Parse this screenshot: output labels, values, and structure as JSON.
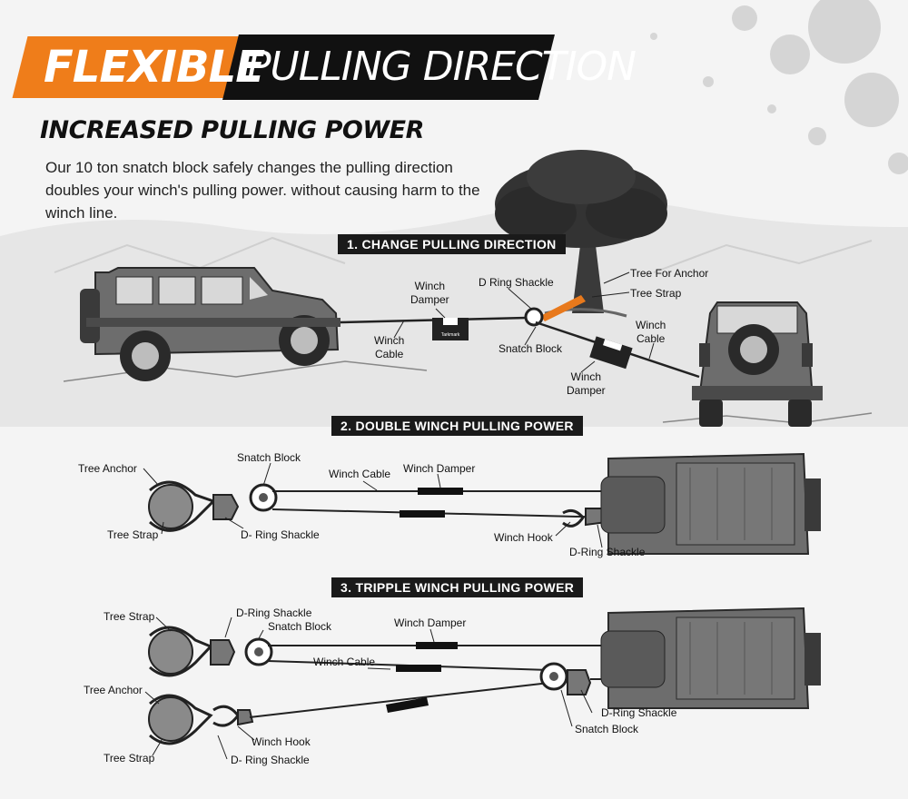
{
  "header": {
    "flexible": "FLEXIBLE",
    "pulling_direction": "PULLING DIRECTION",
    "subheading": "INCREASED PULLING POWER",
    "description": "Our 10 ton snatch block safely changes the pulling direction doubles your winch's pulling power. without causing harm to the winch line."
  },
  "colors": {
    "accent": "#ef7d1a",
    "dark": "#111111",
    "strap": "#e8791c"
  },
  "section1": {
    "title": "1. CHANGE PULLING DIRECTION",
    "labels": {
      "winch_damper_left": "Winch\nDamper",
      "d_ring_shackle": "D Ring Shackle",
      "tree_for_anchor": "Tree For Anchor",
      "tree_strap": "Tree Strap",
      "winch_cable_left": "Winch\nCable",
      "snatch_block": "Snatch Block",
      "winch_cable_right": "Winch\nCable",
      "winch_damper_right": "Winch\nDamper"
    }
  },
  "section2": {
    "title": "2. DOUBLE WINCH PULLING POWER",
    "labels": {
      "tree_anchor": "Tree Anchor",
      "snatch_block": "Snatch Block",
      "winch_cable": "Winch Cable",
      "winch_damper": "Winch Damper",
      "tree_strap": "Tree Strap",
      "d_ring_shackle": "D- Ring Shackle",
      "winch_hook": "Winch Hook",
      "d_ring_shackle_right": "D-Ring Shackle"
    }
  },
  "section3": {
    "title": "3. TRIPPLE WINCH PULLING POWER",
    "labels": {
      "tree_strap_top": "Tree Strap",
      "d_ring_shackle_top": "D-Ring Shackle",
      "snatch_block_top": "Snatch Block",
      "winch_damper": "Winch Damper",
      "winch_cable": "Winch Cable",
      "tree_anchor": "Tree Anchor",
      "winch_hook": "Winch Hook",
      "d_ring_shackle_bottom": "D- Ring Shackle",
      "tree_strap_bottom": "Tree Strap",
      "d_ring_shackle_right": "D-Ring Shackle",
      "snatch_block_right": "Snatch Block"
    }
  },
  "damper_brand": "Tarkmark"
}
